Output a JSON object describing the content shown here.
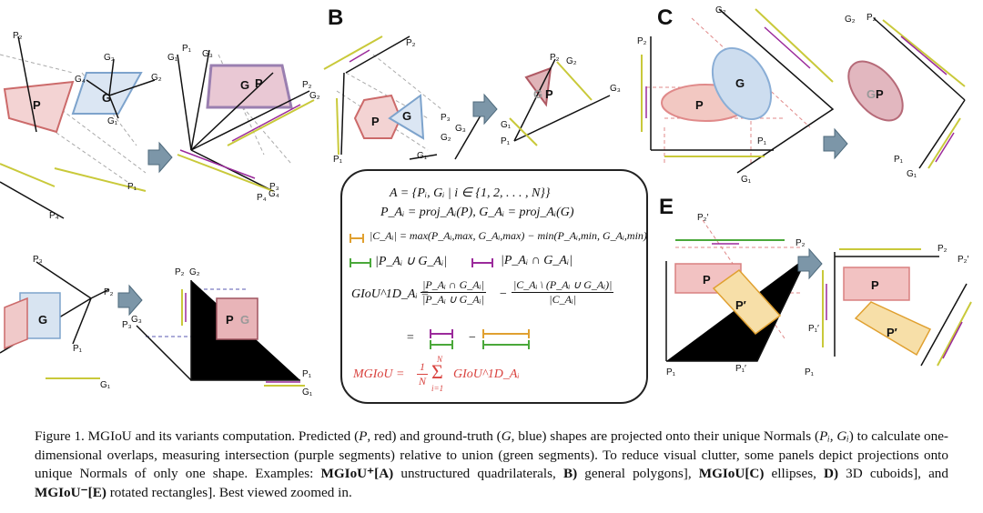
{
  "panels": {
    "a": {
      "labels": [
        "P₂",
        "G₃",
        "G₂",
        "G₄",
        "G",
        "G₁",
        "P",
        "P₁",
        "G₄",
        "P₄"
      ],
      "right_labels": [
        "G₁",
        "P₁",
        "G₃",
        "G",
        "P",
        "P₂",
        "G₂",
        "P₃",
        "G₄",
        "P₄"
      ]
    },
    "b": {
      "letter": "B",
      "labels": [
        "P₂",
        "P",
        "G",
        "P₃",
        "G₃",
        "G₂",
        "G₁",
        "P₁"
      ],
      "right_labels": [
        "P₂",
        "G₂",
        "G",
        "P",
        "G₃",
        "G₁",
        "P₁"
      ]
    },
    "c": {
      "letter": "C",
      "labels": [
        "G₂",
        "P₂",
        "G",
        "P",
        "P₁",
        "G₁"
      ],
      "right_labels": [
        "G₂",
        "P₂",
        "G",
        "P",
        "P₁",
        "G₁"
      ]
    },
    "d": {
      "labels": [
        "P₃",
        "P₂",
        "P₁",
        "G₁",
        "G"
      ],
      "right_labels": [
        "P₂",
        "G₂",
        "P₃",
        "G₃",
        "P",
        "G",
        "P₁",
        "G₁"
      ]
    },
    "e": {
      "letter": "E",
      "labels": [
        "P₂′",
        "P₂",
        "P",
        "P′",
        "P₁′",
        "P₁"
      ],
      "right_labels": [
        "P₂",
        "P₂′",
        "P",
        "P′",
        "P₁′",
        "P₁"
      ]
    }
  },
  "formula": {
    "line1": "A = {Pᵢ, Gᵢ | i ∈ {1, 2, . . . , N}}",
    "line2": "P_Aᵢ = proj_Aᵢ(P),    G_Aᵢ = proj_Aᵢ(G)",
    "line3": "|C_Aᵢ| = max(P_Aᵢ,max, G_Aᵢ,max) − min(P_Aᵢ,min, G_Aᵢ,min)",
    "union": "|P_Aᵢ ∪ G_Aᵢ|",
    "intersection": "|P_Aᵢ ∩ G_Aᵢ|",
    "giou_lhs": "GIoU^1D_Aᵢ =",
    "frac1_num": "|P_Aᵢ ∩ G_Aᵢ|",
    "frac1_den": "|P_Aᵢ ∪ G_Aᵢ|",
    "minus": "−",
    "frac2_num": "|C_Aᵢ \\ (P_Aᵢ ∪ G_Aᵢ)|",
    "frac2_den": "|C_Aᵢ|",
    "equals": "=",
    "mgiou_lhs": "MGIoU =",
    "mgiou_frac_num": "1",
    "mgiou_frac_den": "N",
    "sum_top": "N",
    "sum_bottom": "i=1",
    "mgiou_term": "GIoU^1D_Aᵢ",
    "colors": {
      "orange": "#e0a030",
      "green": "#4aa83a",
      "purple": "#9b2a9b",
      "red": "#d9433f"
    }
  },
  "caption": {
    "p1": "Figure 1.  MGIoU and its variants computation.  Predicted (",
    "P": "P",
    "p2": ", red) and ground-truth (",
    "G": "G",
    "p3": ", blue) shapes are projected onto their unique Normals (",
    "PiGi": "Pᵢ, Gᵢ",
    "p4": ") to calculate one-dimensional overlaps, measuring intersection (purple segments) relative to union (green segments). To reduce visual clutter, some panels depict projections onto unique Normals of only one shape.  Examples: ",
    "mgiou_plus": "MGIoU⁺",
    "A": "[A)",
    "p5": " unstructured quadrilaterals, ",
    "B": "B)",
    "p6": " general polygons], ",
    "mgiou_c": "MGIoU[C)",
    "p7": " ellipses, ",
    "D": "D)",
    "p8": " 3D cuboids], and ",
    "mgiou_minus": "MGIoU⁻",
    "E": "[E)",
    "p9": " rotated rectangles]. Best viewed zoomed in."
  }
}
